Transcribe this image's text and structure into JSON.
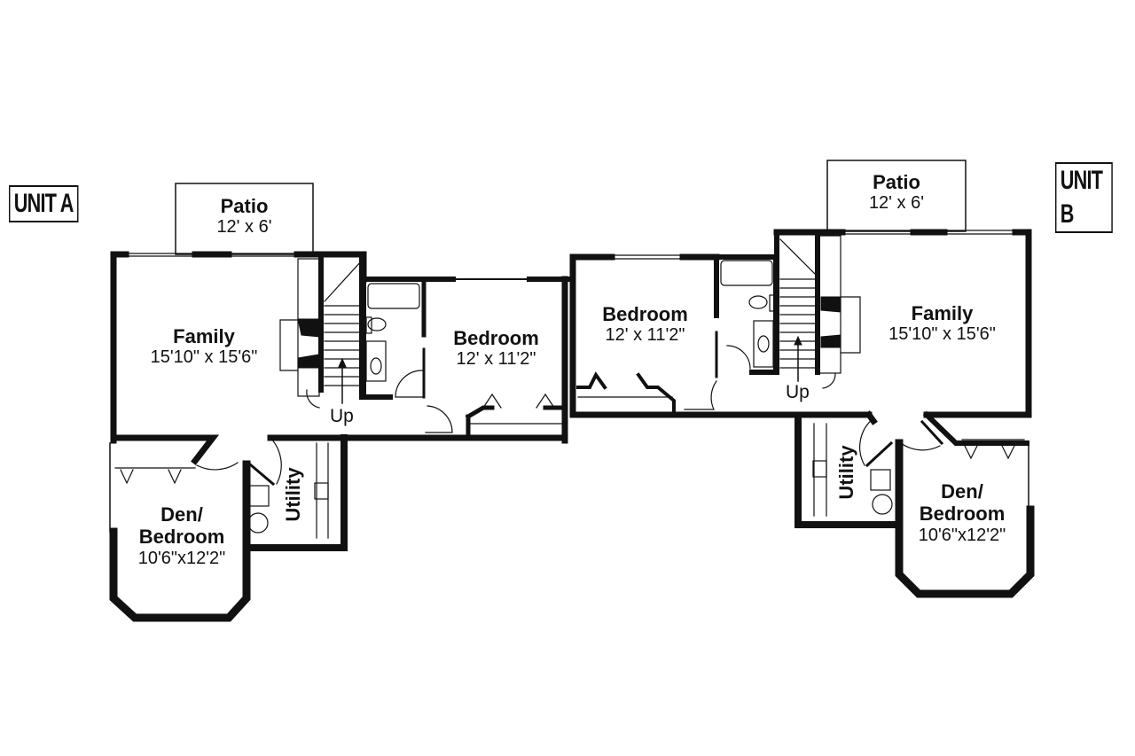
{
  "units": {
    "a": {
      "label": "UNIT A"
    },
    "b": {
      "label": "UNIT B"
    }
  },
  "rooms": {
    "a_patio": {
      "name": "Patio",
      "dim": "12' x 6'"
    },
    "a_family": {
      "name": "Family",
      "dim": "15'10\" x 15'6\""
    },
    "a_bedroom": {
      "name": "Bedroom",
      "dim": "12' x 11'2\""
    },
    "a_den": {
      "name1": "Den/",
      "name2": "Bedroom",
      "dim": "10'6\"x12'2\""
    },
    "a_utility": {
      "name": "Utility"
    },
    "a_stairs": {
      "label": "Up"
    },
    "b_patio": {
      "name": "Patio",
      "dim": "12' x 6'"
    },
    "b_family": {
      "name": "Family",
      "dim": "15'10\" x 15'6\""
    },
    "b_bedroom": {
      "name": "Bedroom",
      "dim": "12' x 11'2\""
    },
    "b_den": {
      "name1": "Den/",
      "name2": "Bedroom",
      "dim": "10'6\"x12'2\""
    },
    "b_utility": {
      "name": "Utility"
    },
    "b_stairs": {
      "label": "Up"
    }
  },
  "colors": {
    "wall": "#111111",
    "background": "#ffffff"
  }
}
